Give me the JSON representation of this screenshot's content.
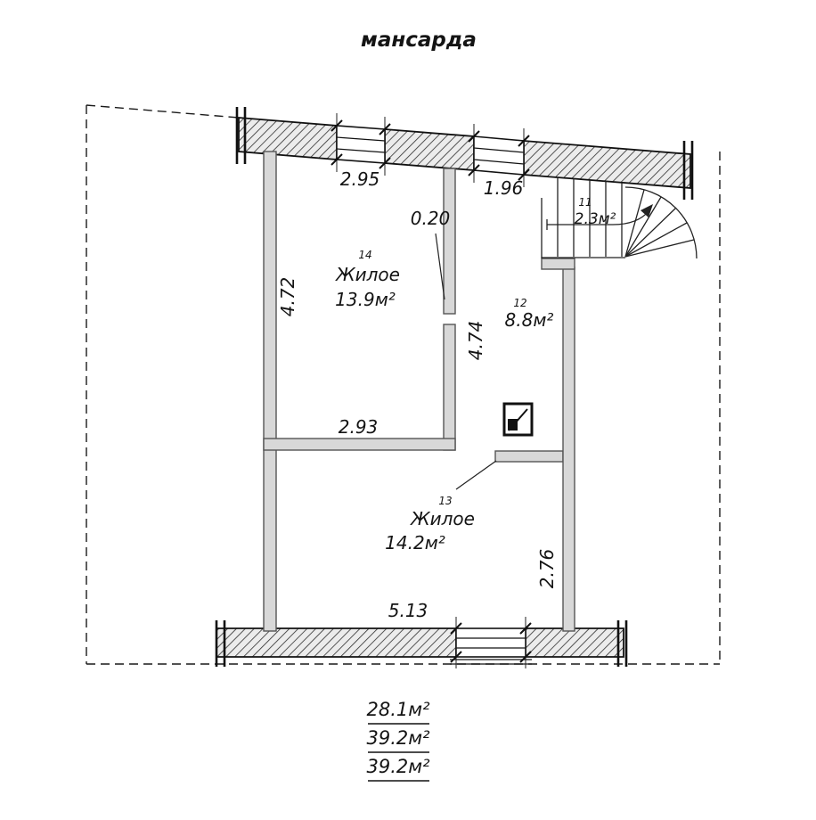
{
  "title": "мансарда",
  "rooms": {
    "r14": {
      "number": "14",
      "name": "Жилое",
      "area": "13.9м²"
    },
    "r12": {
      "number": "12",
      "area": "8.8м²"
    },
    "r13": {
      "number": "13",
      "name": "Жилое",
      "area": "14.2м²"
    },
    "r11": {
      "number": "11",
      "area": "2.3м²"
    }
  },
  "dimensions": {
    "window_left": "2.95",
    "window_right": "1.96",
    "wall_thickness": "0.20",
    "left_wall": "4.72",
    "mid_wall": "4.74",
    "room14_width": "2.93",
    "right_wall": "2.76",
    "bottom_width": "5.13"
  },
  "totals": {
    "line1": "28.1м²",
    "line2": "39.2м²",
    "line3": "39.2м²"
  },
  "colors": {
    "line": "#1a1a1a",
    "wall_fill": "#d8d8d8",
    "background": "#ffffff"
  }
}
